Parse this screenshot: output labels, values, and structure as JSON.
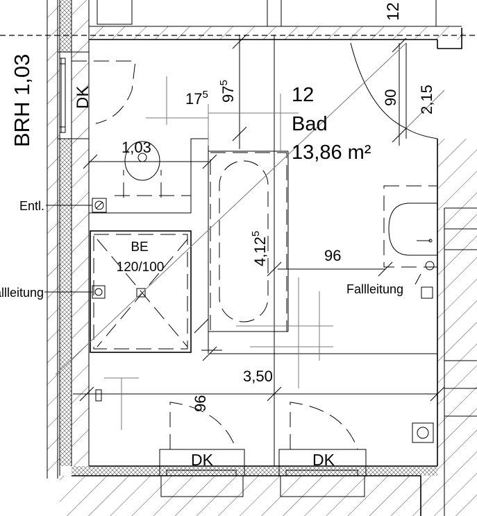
{
  "plan": {
    "room": {
      "number": "12",
      "name": "Bad",
      "area": "13,86 m²"
    },
    "parapet_label": "BRH 1,03",
    "top_cut_dimension": "12",
    "windows": {
      "left": "DK",
      "bottom_left": "DK",
      "bottom_right": "DK"
    },
    "dimensions": {
      "d17": {
        "main": "17",
        "sup": "5"
      },
      "d97": {
        "main": "97",
        "sup": "5"
      },
      "d90": "90",
      "d215": "2,15",
      "d103": "1,03",
      "d412": {
        "main": "4,12",
        "sup": "5"
      },
      "d96_sink": "96",
      "d350": "3,50",
      "d96_door": "96"
    },
    "labels": {
      "entl": "Entl.",
      "fallleitung_left": "Fallleitung",
      "fallleitung_right": "Fallleitung",
      "shower_code": "BE",
      "shower_size": "120/100"
    }
  }
}
